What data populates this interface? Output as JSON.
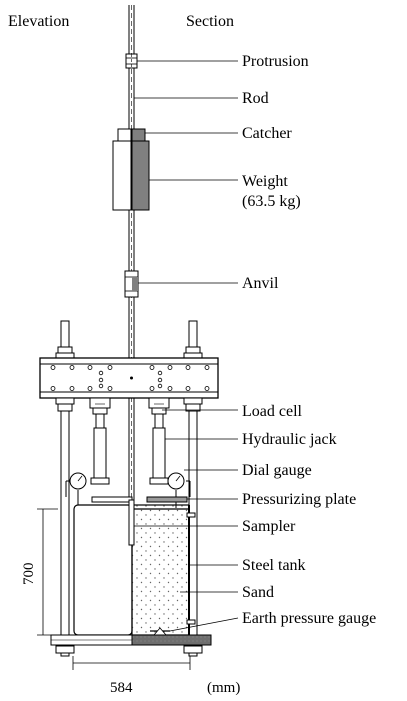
{
  "headers": {
    "left": "Elevation",
    "right": "Section"
  },
  "labels": {
    "protrusion": "Protrusion",
    "rod": "Rod",
    "catcher": "Catcher",
    "weight_line1": "Weight",
    "weight_line2": "(63.5 kg)",
    "anvil": "Anvil",
    "load_cell": "Load cell",
    "hydraulic_jack": "Hydraulic jack",
    "dial_gauge": "Dial gauge",
    "pressurizing_plate": "Pressurizing plate",
    "sampler": "Sampler",
    "steel_tank": "Steel tank",
    "sand": "Sand",
    "earth_pressure_gauge": "Earth pressure gauge"
  },
  "dimensions": {
    "height": "700",
    "width": "584",
    "unit": "(mm)"
  },
  "colors": {
    "line": "#000000",
    "weight_fill": "#808080",
    "base_fill": "#6e6e6e",
    "sand_dots": "#666666",
    "plate_fill": "#9a9a9a"
  }
}
